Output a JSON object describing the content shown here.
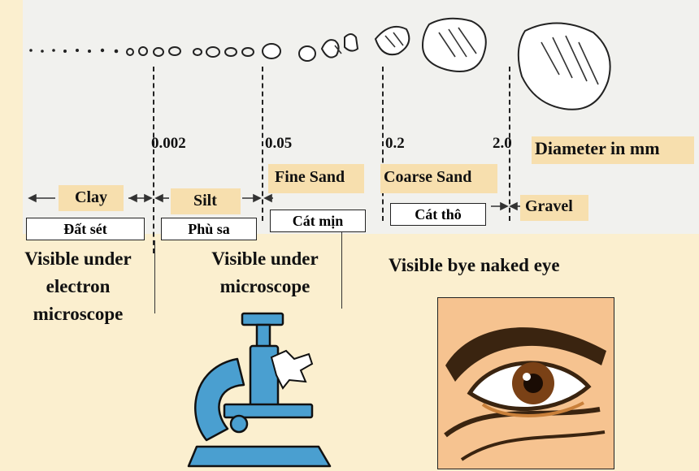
{
  "scale": {
    "ticks": [
      "0.002",
      "0.05",
      "0.2",
      "2.0"
    ],
    "unit_label": "Diameter in mm"
  },
  "classes": {
    "clay": {
      "en": "Clay",
      "vi": "Đất sét"
    },
    "silt": {
      "en": "Silt",
      "vi": "Phù sa"
    },
    "fine_sand": {
      "en": "Fine Sand",
      "vi": "Cát mịn"
    },
    "coarse_sand": {
      "en": "Coarse Sand",
      "vi": "Cát thô"
    },
    "gravel": {
      "en": "Gravel"
    }
  },
  "visibility": {
    "electron": [
      "Visible under",
      "electron",
      "microscope"
    ],
    "microscope": [
      "Visible under",
      "microscope"
    ],
    "naked_eye": "Visible bye naked eye"
  },
  "colors": {
    "background": "#fbefcf",
    "label_band": "#f7dfae",
    "microscope_blue": "#4a9fd0",
    "eye_skin": "#f6c390"
  },
  "icons": [
    "microscope-icon",
    "eye-icon"
  ]
}
